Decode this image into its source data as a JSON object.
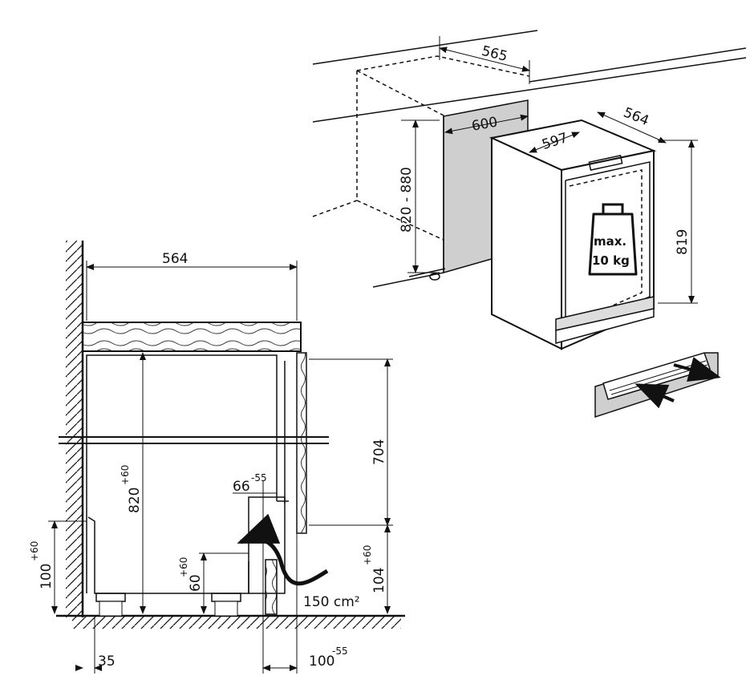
{
  "perspective_view": {
    "niche_depth": "565",
    "niche_width": "600",
    "niche_height": "820 - 880",
    "appliance_width": "597",
    "appliance_depth": "564",
    "appliance_height": "819",
    "load_label_line1": "max.",
    "load_label_line2": "10 kg"
  },
  "section_view": {
    "countertop_depth": "564",
    "niche_height": "820",
    "niche_height_tol": "+60",
    "door_height": "704",
    "gap": "66",
    "gap_tol": "-55",
    "plinth_height": "60",
    "plinth_height_tol": "+60",
    "base_height_left": "100",
    "base_height_left_tol": "+60",
    "base_height_right": "104",
    "base_height_right_tol": "+60",
    "vent_area": "150 cm²",
    "wall_offset": "35",
    "plinth_depth": "100",
    "plinth_depth_tol": "-55"
  }
}
